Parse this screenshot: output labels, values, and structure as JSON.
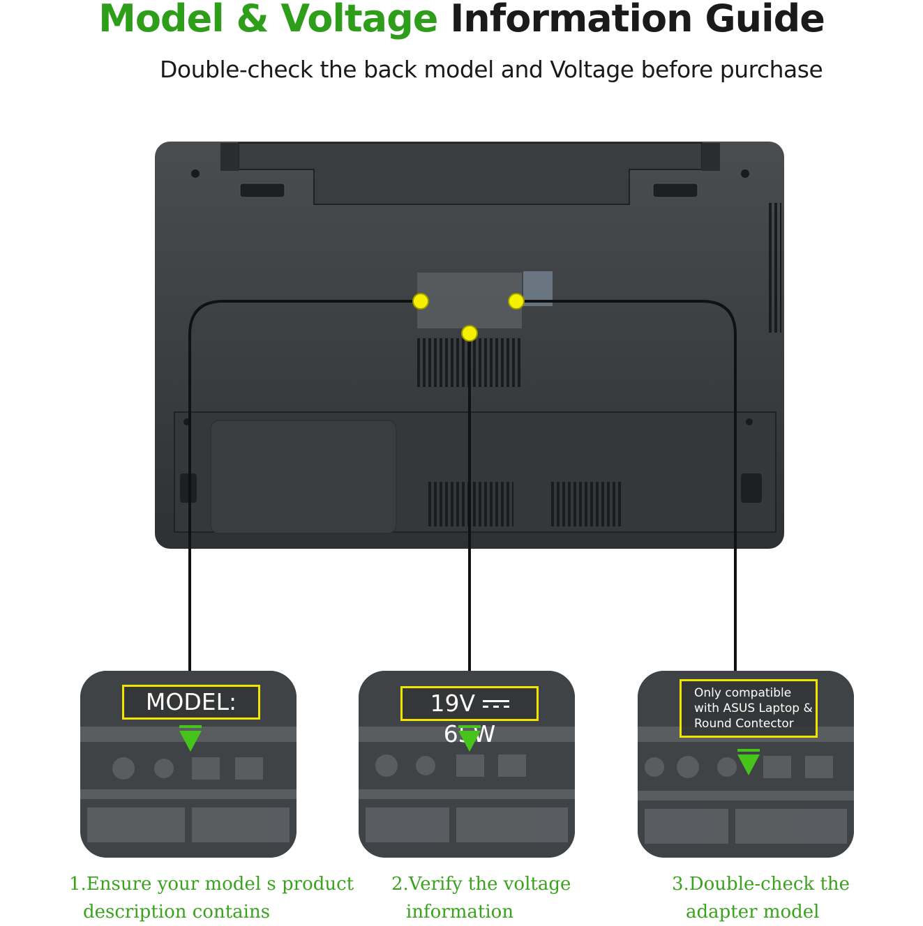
{
  "header": {
    "title_green": "Model & Voltage",
    "title_dark": "Information Guide",
    "subtitle": "Double-check the back model and Voltage before purchase"
  },
  "cards": [
    {
      "label": "MODEL:",
      "caption_line1": "1.Ensure your model  s product",
      "caption_line2": "description contains"
    },
    {
      "label_voltage": "19V",
      "label_watt": "65W",
      "caption_line1": "2.Verify the voltage",
      "caption_line2": "information"
    },
    {
      "label_line1": "Only compatible",
      "label_line2": "with ASUS Laptop &",
      "label_line3": "Round Contector",
      "caption_line1": "3.Double-check the",
      "caption_line2": "adapter model"
    }
  ],
  "colors": {
    "accent_green": "#2e9e1a",
    "caption_green": "#3aa31e",
    "highlight_yellow": "#f0e400",
    "marker_yellow": "#f5f000"
  }
}
